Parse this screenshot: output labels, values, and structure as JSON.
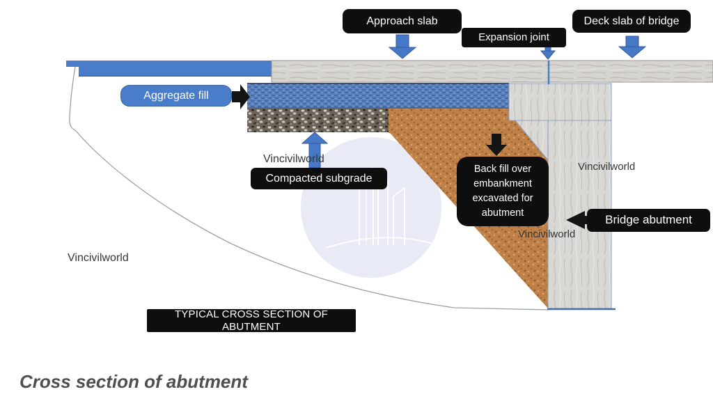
{
  "diagram": {
    "callouts": {
      "approach_slab": "Approach slab",
      "expansion_joint": "Expansion joint",
      "deck_slab": "Deck slab of bridge",
      "aggregate_fill": "Aggregate fill",
      "compacted_subgrade": "Compacted subgrade",
      "backfill": "Back fill over embankment excavated for abutment",
      "bridge_abutment": "Bridge abutment"
    },
    "banner": "TYPICAL CROSS SECTION OF ABUTMENT",
    "caption": "Cross section of abutment",
    "watermark": {
      "text": "Vincivilworld"
    },
    "colors": {
      "accent_blue": "#4a7dc9",
      "label_black": "#0e0e0e",
      "backfill_orange": "#c08149",
      "denim_blue": "#5c82bd",
      "concrete_gray": "#d6d4cf",
      "gravel_gray": "#6b635a",
      "watermark_circle": "#e8ebf5",
      "ground_line": "#9aa0a6"
    }
  }
}
